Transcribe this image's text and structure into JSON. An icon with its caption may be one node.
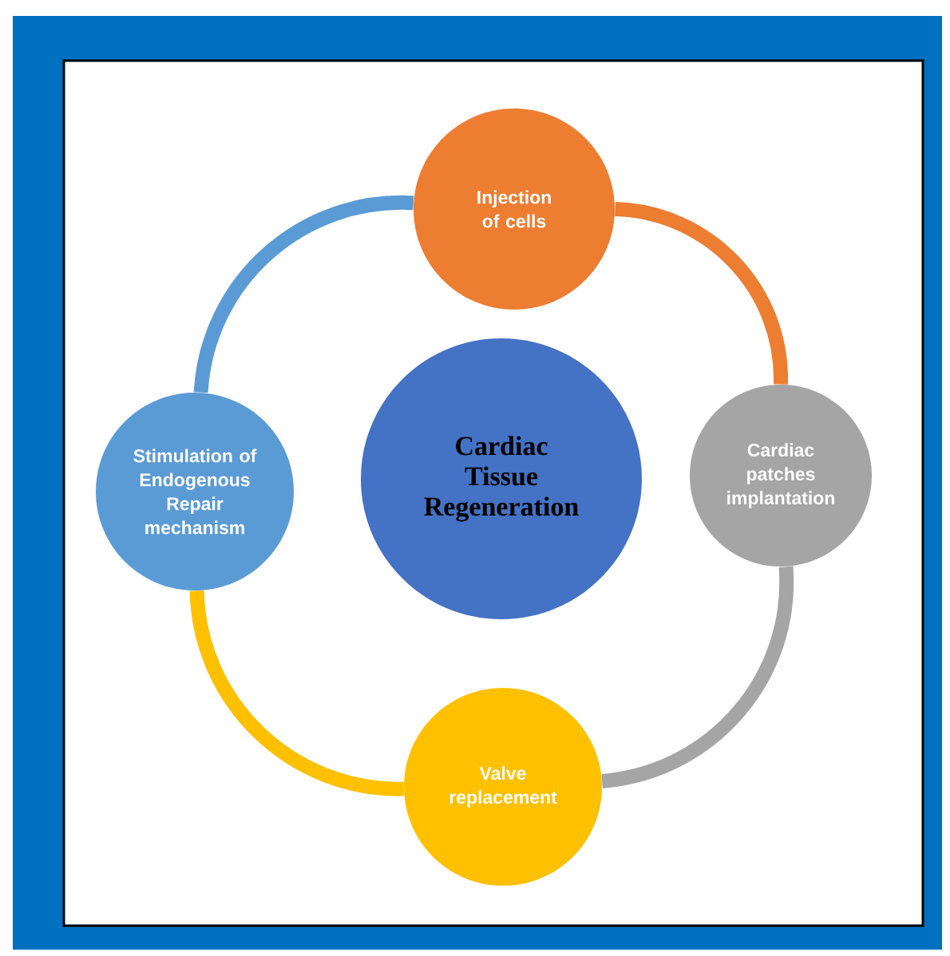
{
  "diagram": {
    "nodes": [
      {
        "text": [
          "Injection of cells"
        ]
      },
      {
        "text": [
          "Stimulation of Endogenous Repair mechanism"
        ]
      },
      {
        "text": [
          "Cardiac Tissue Regeneration"
        ]
      },
      {
        "text": [
          "Cardiac patches implantation"
        ]
      },
      {
        "text": [
          "Valve replacement"
        ]
      }
    ],
    "edges": [
      {
        "from": 0,
        "to": 3,
        "arrow": "none",
        "color": "#ed7d31"
      },
      {
        "from": 3,
        "to": 4,
        "arrow": "none",
        "color": "#a5a5a5"
      },
      {
        "from": 4,
        "to": 1,
        "arrow": "none",
        "color": "#ffc000"
      },
      {
        "from": 1,
        "to": 0,
        "arrow": "none",
        "color": "#5b9bd5"
      }
    ]
  }
}
